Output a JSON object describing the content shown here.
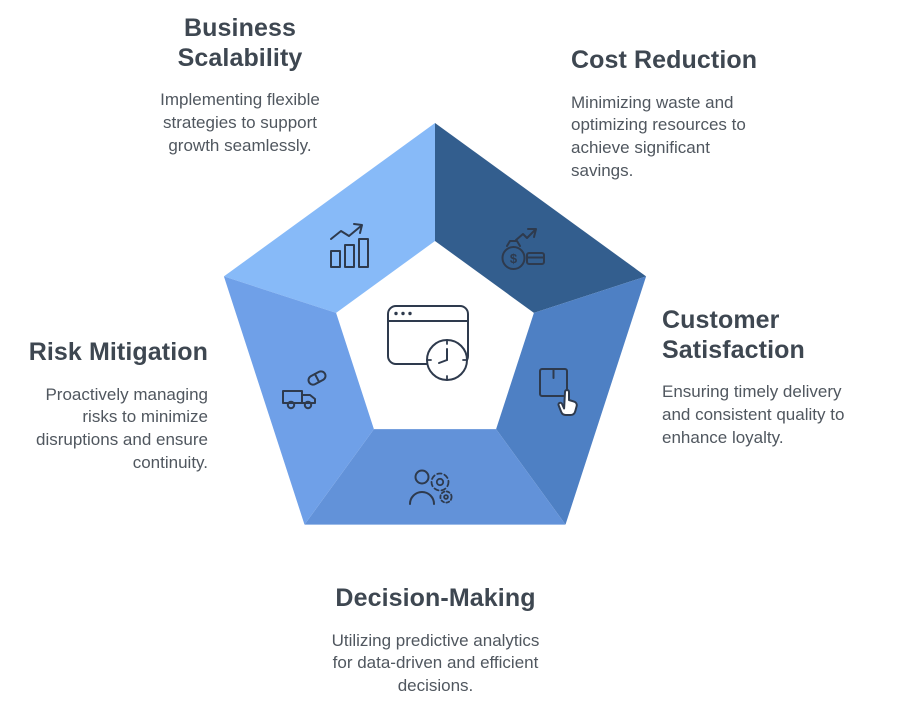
{
  "diagram": {
    "type": "pentagon-infographic",
    "background": "#FFFFFF",
    "center_icon": "browser-clock-icon",
    "items": [
      {
        "id": "business-scalability",
        "position": "top-left",
        "title": "Business Scalability",
        "description": "Implementing flexible strategies to support growth seamlessly.",
        "color": "#87BAF8",
        "icon": "growth-chart-icon"
      },
      {
        "id": "cost-reduction",
        "position": "top-right",
        "title": "Cost Reduction",
        "description": "Minimizing waste and optimizing resources to achieve significant savings.",
        "color": "#335E8E",
        "icon": "money-savings-icon"
      },
      {
        "id": "customer-satisfaction",
        "position": "right",
        "title": "Customer Satisfaction",
        "description": "Ensuring timely delivery and consistent quality to enhance loyalty.",
        "color": "#4E80C4",
        "icon": "package-hand-icon"
      },
      {
        "id": "decision-making",
        "position": "bottom",
        "title": "Decision-Making",
        "description": "Utilizing predictive analytics for data-driven and efficient decisions.",
        "color": "#6292D9",
        "icon": "person-gear-icon"
      },
      {
        "id": "risk-mitigation",
        "position": "left",
        "title": "Risk Mitigation",
        "description": "Proactively managing risks to minimize disruptions and ensure continuity.",
        "color": "#6FA0E8",
        "icon": "truck-pill-icon"
      }
    ],
    "money_symbol": "$",
    "colors": {
      "title_text": "#3E4751",
      "body_text": "#50575F",
      "icon_stroke": "#2E3A4D"
    }
  }
}
